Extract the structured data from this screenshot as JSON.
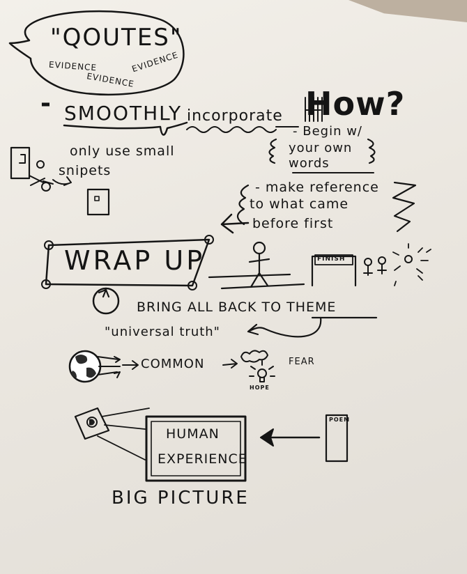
{
  "sketchnote": {
    "quotes_bubble": {
      "heading": "\"QOUTES\"",
      "labels": [
        "EVIDENCE",
        "EVIDENCE",
        "EVIDENCE"
      ]
    },
    "smoothly": {
      "dash": "-",
      "word": "SMOOTHLY",
      "verb": "incorporate",
      "how": "How?"
    },
    "tips": {
      "begin_line1": "- Begin w/",
      "begin_line2": "your own",
      "begin_line3": "words",
      "reference_line1": "- make reference",
      "reference_line2": "to what came",
      "reference_line3": "before first"
    },
    "snippets": {
      "line1": "only use small",
      "line2": "snipets"
    },
    "wrap_up": {
      "label": "WRAP UP",
      "finish_sign": "FINISH"
    },
    "theme": {
      "line": "BRING ALL BACK TO THEME",
      "universal": "\"universal truth\""
    },
    "common": {
      "label": "COMMON",
      "fear": "FEAR",
      "hope": "HOPE"
    },
    "big_picture": {
      "box_line1": "HUMAN",
      "box_line2": "EXPERIENCE",
      "poem": "POEM",
      "caption": "BIG PICTURE"
    }
  },
  "colors": {
    "ink": "#141414",
    "paper": "#efebe5",
    "table_corner": "#bdb0a0"
  }
}
